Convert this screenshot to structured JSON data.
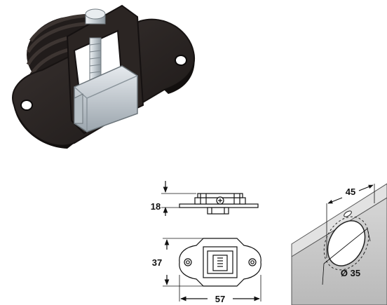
{
  "dimensions": {
    "height": "18",
    "depth": "37",
    "width": "57",
    "hole_offset": "45",
    "hole_diameter": "Ø 35"
  },
  "colors": {
    "housing": "#2a2422",
    "housing_edge": "#171312",
    "metal_light": "#d7dde2",
    "metal_mid": "#a9b3ba",
    "panel_gray": "#c9c9c9",
    "line": "#111111"
  },
  "views": {
    "product_photo": "black-plastic-housing-with-zinc-bracket",
    "side_view": "profile-drawing",
    "top_view": "plan-drawing",
    "installation_view": "panel-with-bored-hole"
  }
}
